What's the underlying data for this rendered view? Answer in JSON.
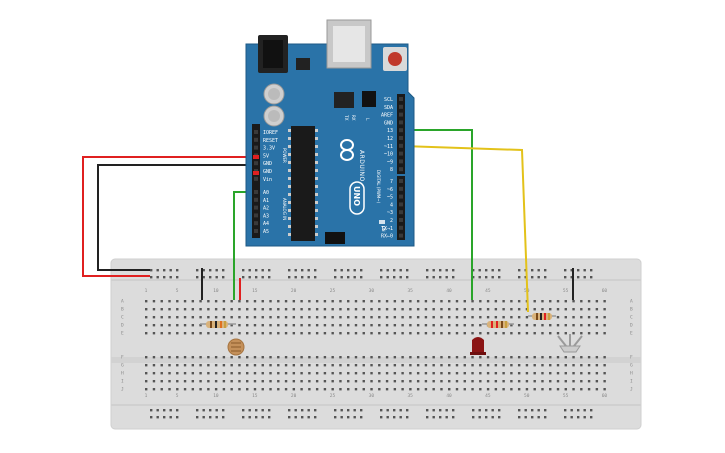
{
  "board": {
    "name": "ARDUINO",
    "model": "UNO",
    "left_header_labels": [
      "IOREF",
      "RESET",
      "3.3V",
      "5V",
      "GND",
      "GND",
      "Vin"
    ],
    "power_group_label": "POWER",
    "analog_labels": [
      "A0",
      "A1",
      "A2",
      "A3",
      "A4",
      "A5"
    ],
    "analog_group_label": "ANALOG IN",
    "right_top_labels": [
      "SCL",
      "SDA",
      "AREF",
      "GND",
      "13",
      "12",
      "~11",
      "~10",
      "~9",
      "8"
    ],
    "right_bottom_labels": [
      "7",
      "~6",
      "~5",
      "4",
      "~3",
      "2",
      "TX→1",
      "RX←0"
    ],
    "digital_group_label": "DIGITAL (PWM~)",
    "tx_label": "TX",
    "rx_label": "RX",
    "l_label": "L",
    "on_label": "ON"
  },
  "breadboard": {
    "column_numbers": [
      "1",
      "5",
      "10",
      "15",
      "20",
      "25",
      "30",
      "35",
      "40",
      "45",
      "50",
      "55",
      "60"
    ],
    "row_letters_top": [
      "A",
      "B",
      "C",
      "D",
      "E"
    ],
    "row_letters_bottom": [
      "F",
      "G",
      "H",
      "I",
      "J"
    ]
  },
  "wires": {
    "power_5v_color": "#e02020",
    "ground_color": "#222222",
    "sensor_signal_color": "#2aa52a",
    "led_signal_color": "#2aa52a",
    "buzzer_signal_color": "#e3c21a"
  },
  "components": [
    "photoresistor",
    "resistor",
    "led",
    "resistor",
    "resistor",
    "piezo"
  ]
}
